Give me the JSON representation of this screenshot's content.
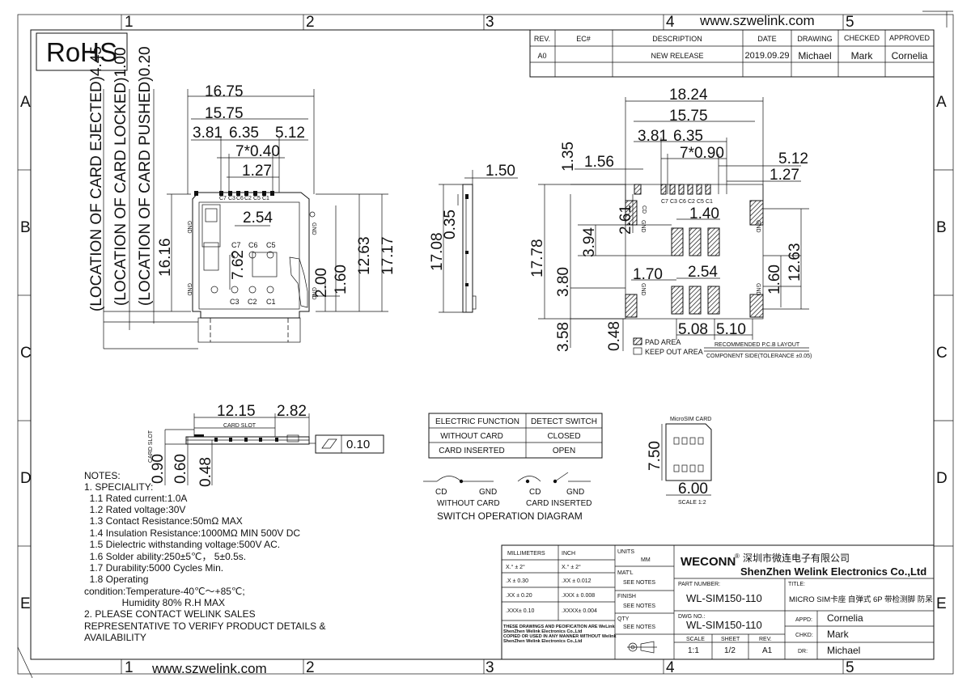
{
  "website": "www.szwelink.com",
  "rohs": "RoHS",
  "grid": {
    "cols": [
      "1",
      "2",
      "3",
      "4",
      "5"
    ],
    "rows": [
      "A",
      "B",
      "C",
      "D",
      "E"
    ]
  },
  "revision_table": {
    "headers": [
      "REV.",
      "EC#",
      "DESCRIPTION",
      "DATE",
      "DRAWING",
      "CHECKED",
      "APPROVED"
    ],
    "row": [
      "A0",
      "",
      "NEW RELEASE",
      "2019.09.29",
      "Michael",
      "Mark",
      "Cornelia"
    ]
  },
  "top_view": {
    "dims": [
      "16.75",
      "15.75",
      "3.81",
      "6.35",
      "5.12",
      "7*0.40",
      "1.27",
      "2.54",
      "7.62",
      "2.00",
      "1.60",
      "12.63",
      "17.17",
      "16.16"
    ],
    "vertical_labels": [
      "(LOCATION OF CARD EJECTED)4.45",
      "(LOCATION OF CARD LOCKED)1.00",
      "(LOCATION OF CARD PUSHED)0.20"
    ],
    "pins_top": [
      "C7",
      "C3",
      "C6",
      "C2",
      "C5",
      "C1"
    ],
    "pins_mid": [
      "C7",
      "C6",
      "C5"
    ],
    "pins_low": [
      "C3",
      "C2",
      "C1"
    ],
    "gnd": "GND"
  },
  "side_view": {
    "dims": [
      "1.50",
      "17.08",
      "0.35"
    ]
  },
  "pcb_layout": {
    "dims": [
      "18.24",
      "15.75",
      "3.81",
      "6.35",
      "7*0.90",
      "1.35",
      "1.56",
      "5.12",
      "1.27",
      "2.61",
      "1.40",
      "3.94",
      "12.63",
      "17.78",
      "3.80",
      "1.70",
      "2.54",
      "1.60",
      "5.08",
      "5.10",
      "3.58",
      "0.48"
    ],
    "pins": [
      "C7",
      "C3",
      "C6",
      "C2",
      "C5",
      "C1"
    ],
    "cd": "CD",
    "gnd": "GND",
    "legend_pad": "PAD AREA",
    "legend_keep": "KEEP OUT AREA",
    "note1": "RECOMMENDED P.C.B LAYOUT",
    "note2": "COMPONENT SIDE(TOLERANCE ±0.05)"
  },
  "front_view": {
    "dims": [
      "12.15",
      "2.82",
      "0.90",
      "0.60",
      "0.48"
    ],
    "card_slot": "CARD SLOT",
    "card_slot_v": "CARD SLOT",
    "flatness": "0.10"
  },
  "switch_table": {
    "headers": [
      "ELECTRIC FUNCTION",
      "DETECT SWITCH"
    ],
    "rows": [
      [
        "WITHOUT CARD",
        "CLOSED"
      ],
      [
        "CARD INSERTED",
        "OPEN"
      ]
    ]
  },
  "switch_diagram": {
    "left": [
      "CD",
      "GND",
      "WITHOUT CARD"
    ],
    "right": [
      "CD",
      "GND",
      "CARD INSERTED"
    ],
    "caption": "SWITCH OPERATION DIAGRAM"
  },
  "microsim": {
    "title": "MicroSIM CARD",
    "dims": [
      "7.50",
      "6.00"
    ],
    "scale": "SCALE 1:2"
  },
  "notes": [
    "NOTES:",
    "1. SPECIALITY:",
    "  1.1 Rated current:1.0A",
    "  1.2 Rated voltage:30V",
    "  1.3 Contact Resistance:50mΩ MAX",
    "  1.4 Insulation Resistance:1000MΩ MIN 500V DC",
    "  1.5 Dielectric withstanding voltage:500V AC.",
    "  1.6 Solder ability:250±5℃， 5±0.5s.",
    "  1.7 Durability:5000 Cycles Min.",
    "  1.8 Operating",
    "condition:Temperature-40℃～+85℃;",
    "              Humidity 80% R.H MAX",
    "2. PLEASE CONTACT WELINK SALES",
    "REPRESENTATIVE TO VERIFY PRODUCT DETAILS &",
    "AVAILABILITY"
  ],
  "title_block": {
    "tol_headers": [
      "MILLIMETERS",
      "INCH"
    ],
    "tol_rows": [
      [
        "X.° ± 2°",
        "X.° ± 2°"
      ],
      [
        ".X ± 0.30",
        ".XX ± 0.012"
      ],
      [
        ".XX ± 0.20",
        ".XXX ± 0.008"
      ],
      [
        ".XXX± 0.10",
        ".XXXX± 0.004"
      ]
    ],
    "copyright": [
      "THESE DRAWINGS AND PEOIFICATION ARE WeLink",
      "ShenZhen Welink Electronics Co.,Ltd",
      "COPIED OR USED IN ANY MANNER WITHOUT Welink",
      "ShenZhen Welink Electronics Co.,Ltd"
    ],
    "units": "UNITS",
    "mm": "MM",
    "matl": "MAT'L",
    "finish": "FINISH",
    "qty": "QTY",
    "see_notes": "SEE NOTES",
    "brand": "WECONN",
    "company_cn": "深圳市微连电子有限公司",
    "company_en": "ShenZhen Welink Electronics Co.,Ltd",
    "part_label": "PART NUMBER:",
    "part_number": "WL-SIM150-110",
    "title_label": "TITLE:",
    "title": "MICRO SIM卡座 自弹式 6P 带检测脚 防呆",
    "dwg_label": "DWG NO.:",
    "dwg_number": "WL-SIM150-110",
    "scale_label": "SCALE",
    "sheet_label": "SHEET",
    "rev_label": "REV.",
    "scale": "1:1",
    "sheet": "1/2",
    "rev": "A1",
    "appd_label": "APPD:",
    "appd": "Cornelia",
    "chkd_label": "CHKD:",
    "chkd": "Mark",
    "dr_label": "DR:",
    "dr": "Michael"
  }
}
